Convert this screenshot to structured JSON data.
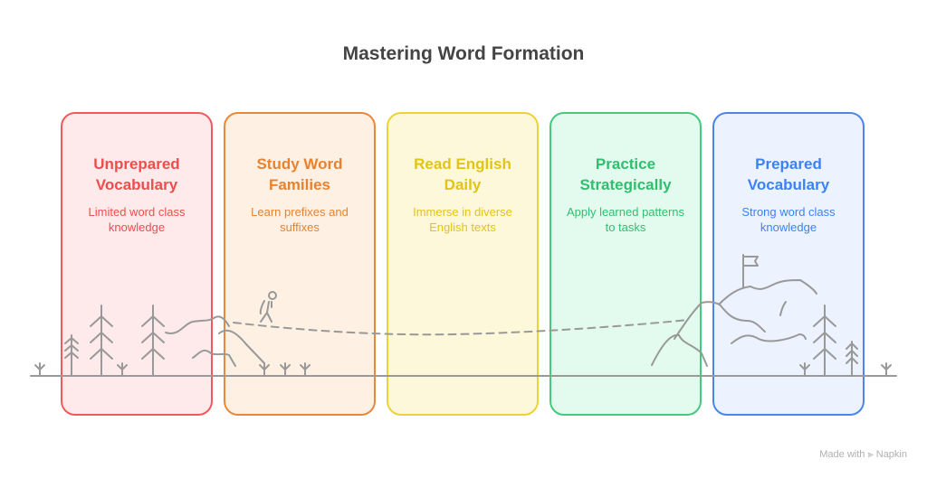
{
  "title": "Mastering Word Formation",
  "steps": [
    {
      "heading": "Unprepared Vocabulary",
      "description": "Limited word class knowledge",
      "border": "#f05a5a",
      "fill": "#feeaea",
      "text": "#ef4d4d"
    },
    {
      "heading": "Study Word Families",
      "description": "Learn prefixes and suffixes",
      "border": "#e8883a",
      "fill": "#fef0e2",
      "text": "#e8822e"
    },
    {
      "heading": "Read English Daily",
      "description": "Immerse in diverse English texts",
      "border": "#ecd23a",
      "fill": "#fdf8da",
      "text": "#e2c416"
    },
    {
      "heading": "Practice Strategically",
      "description": "Apply learned patterns to tasks",
      "border": "#45c97d",
      "fill": "#e3fbef",
      "text": "#2fbf6e"
    },
    {
      "heading": "Prepared Vocabulary",
      "description": "Strong word class knowledge",
      "border": "#4a86e8",
      "fill": "#ecf2fe",
      "text": "#3b82f6"
    }
  ],
  "footer": {
    "made_with": "Made with",
    "brand": "Napkin"
  }
}
